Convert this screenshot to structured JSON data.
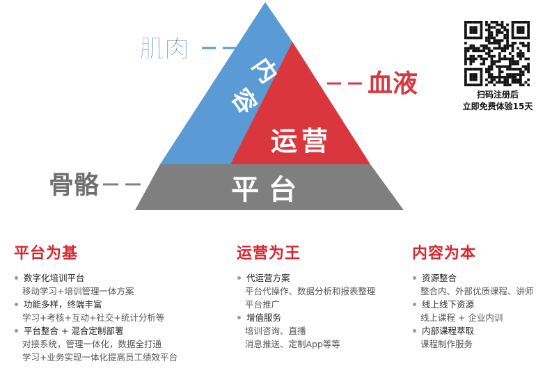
{
  "pyramid": {
    "top_label": "内容",
    "middle_label": "运营",
    "base_label": "平台",
    "colors": {
      "content": "#5a9bd5",
      "operation": "#d9363d",
      "platform": "#7f7f7f"
    }
  },
  "annotations": {
    "muscle": "肌肉",
    "blood": "血液",
    "skeleton": "骨骼"
  },
  "qr": {
    "caption_line1": "扫码注册后",
    "caption_line2": "立即免费体验15天"
  },
  "columns": [
    {
      "title": "平台为基",
      "items": [
        {
          "label": "数字化培训平台",
          "subs": [
            "移动学习+培训管理一体方案"
          ]
        },
        {
          "label": "功能多样，终端丰富",
          "subs": [
            "学习+考核+互动+社交+统计分析等"
          ]
        },
        {
          "label": "平台整合 + 混合定制部署",
          "subs": [
            "对接系统，管理一体化，数据全打通",
            "学习+业务实现一体化提高员工绩效平台"
          ]
        }
      ]
    },
    {
      "title": "运营为王",
      "items": [
        {
          "label": "代运营方案",
          "subs": [
            "平台代操作、数据分析和报表整理",
            "平台推广"
          ]
        },
        {
          "label": "增值服务",
          "subs": [
            "培训咨询、直播",
            "消息推送、定制App等等"
          ]
        }
      ]
    },
    {
      "title": "内容为本",
      "items": [
        {
          "label": "资源整合",
          "subs": [
            "整合内、外部优质课程、讲师"
          ]
        },
        {
          "label": "线上线下资源",
          "subs": [
            "线上课程 + 企业内训"
          ]
        },
        {
          "label": "内部课程萃取",
          "subs": [
            "课程制作服务"
          ]
        }
      ]
    }
  ]
}
